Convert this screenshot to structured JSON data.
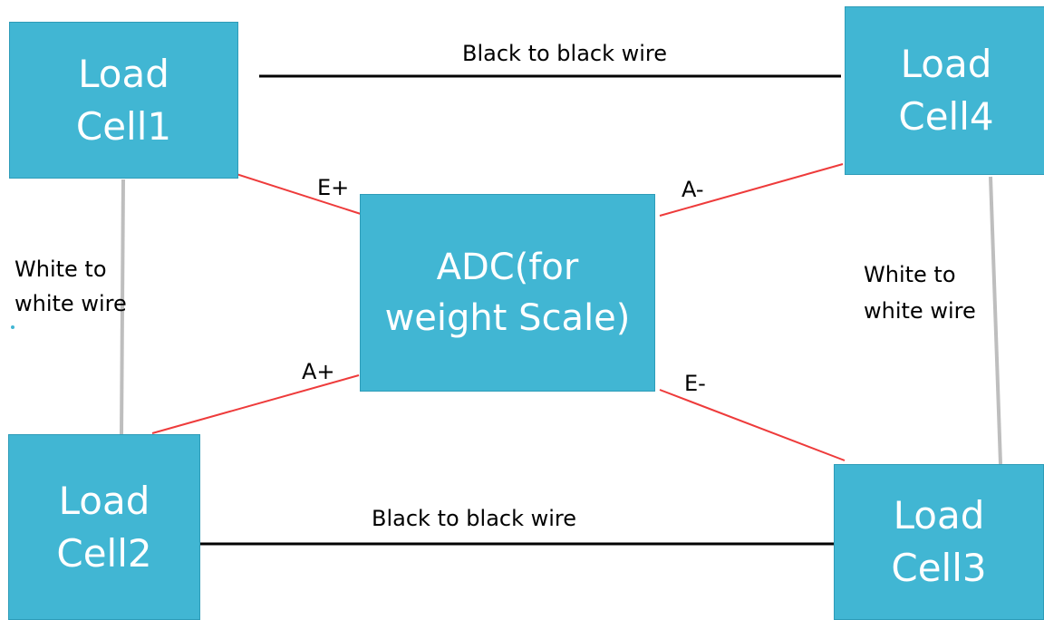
{
  "nodes": {
    "cell1": {
      "line1": "Load",
      "line2": "Cell1"
    },
    "cell2": {
      "line1": "Load",
      "line2": "Cell2"
    },
    "cell3": {
      "line1": "Load",
      "line2": "Cell3"
    },
    "cell4": {
      "line1": "Load",
      "line2": "Cell4"
    },
    "adc": {
      "line1": "ADC(for",
      "line2": "weight Scale)"
    }
  },
  "labels": {
    "black_top": "Black to black wire",
    "black_bottom": "Black to black wire",
    "white_left_1": "White to",
    "white_left_2": "white wire",
    "white_right_1": "White to",
    "white_right_2": "white wire",
    "e_plus": "E+",
    "a_minus": "A-",
    "a_plus": "A+",
    "e_minus": "E-"
  },
  "colors": {
    "box_fill": "#41B6D3",
    "box_text": "#FFFFFF",
    "black_wire": "#000000",
    "white_wire": "#BEBEBE",
    "signal_wire": "#EE3B3B"
  }
}
